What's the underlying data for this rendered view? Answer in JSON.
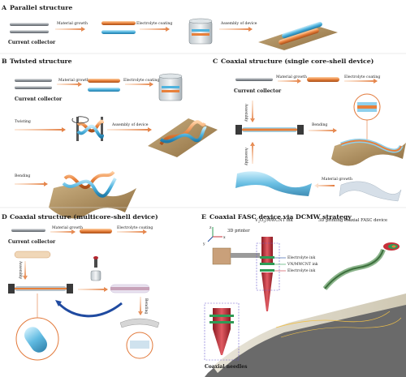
{
  "panels": {
    "a": {
      "letter": "A",
      "title": "Parallel structure",
      "material_growth": "Material growth",
      "electrolyte_coating": "Electrolyte coating",
      "assembly": "Assembly of device",
      "collector": "Current collector"
    },
    "b": {
      "letter": "B",
      "title": "Twisted structure",
      "material_growth": "Material growth",
      "electrolyte_coating": "Electrolyte coating",
      "collector": "Current collector",
      "twisting": "Twisting",
      "assembly": "Assembly of device",
      "bending": "Bending"
    },
    "c": {
      "letter": "C",
      "title": "Coaxial  structure (single core-shell device)",
      "material_growth": "Material growth",
      "electrolyte_coating": "Electrolyte coating",
      "collector": "Current collector",
      "assembly_top": "Assembly",
      "assembly_bottom": "Assembly",
      "bending": "Bending",
      "material_growth_bottom": "Material growth"
    },
    "d": {
      "letter": "D",
      "title": "Coaxial  structure (multicore-shell device)",
      "material_growth": "Material growth",
      "electrolyte_coating": "Electrolyte coating",
      "collector": "Current collector",
      "assembly": "Assembly",
      "bending": "Bending"
    },
    "e": {
      "letter": "E",
      "title": "Coaxial FASC device via DCMW strategy",
      "printer": "3D printer",
      "ink_base": "V",
      "ink_sub1": "2",
      "ink_mid": "O",
      "ink_sub2": "5",
      "ink_rest": "/MWCNT ink",
      "printing_label": "3D printing coaxial FASC device",
      "electrolyte_ink_1": "Electrolyte ink",
      "vn_ink": "VN/MWCNT ink",
      "electrolyte_ink_2": "Electrolyte ink",
      "needles": "Coaxial needles",
      "axis_x": "x",
      "axis_y": "y",
      "axis_z": "z"
    }
  },
  "colors": {
    "arrow": "#e2793a",
    "orange_fiber": "#e8803a",
    "blue_fiber": "#4fb3de",
    "substrate": "#a88a5c",
    "red_nozzle": "#c7303a",
    "green_ring": "#2e9c56",
    "dark_blue_arrow": "#1f4aa0"
  }
}
